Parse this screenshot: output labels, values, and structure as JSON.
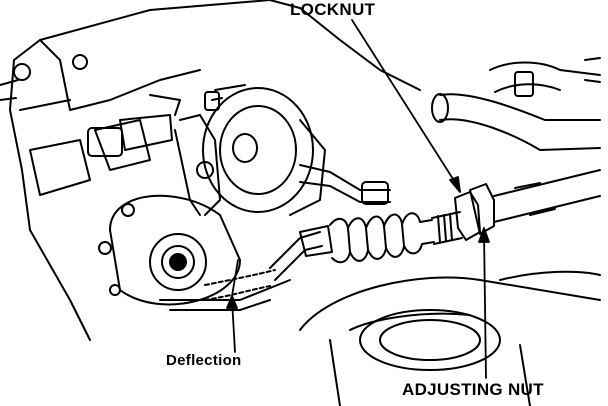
{
  "labels": {
    "locknut": "LOCKNUT",
    "adjusting_nut": "ADJUSTING NUT",
    "deflection": "Deflection"
  },
  "colors": {
    "ink": "#000000",
    "paper": "#ffffff"
  }
}
